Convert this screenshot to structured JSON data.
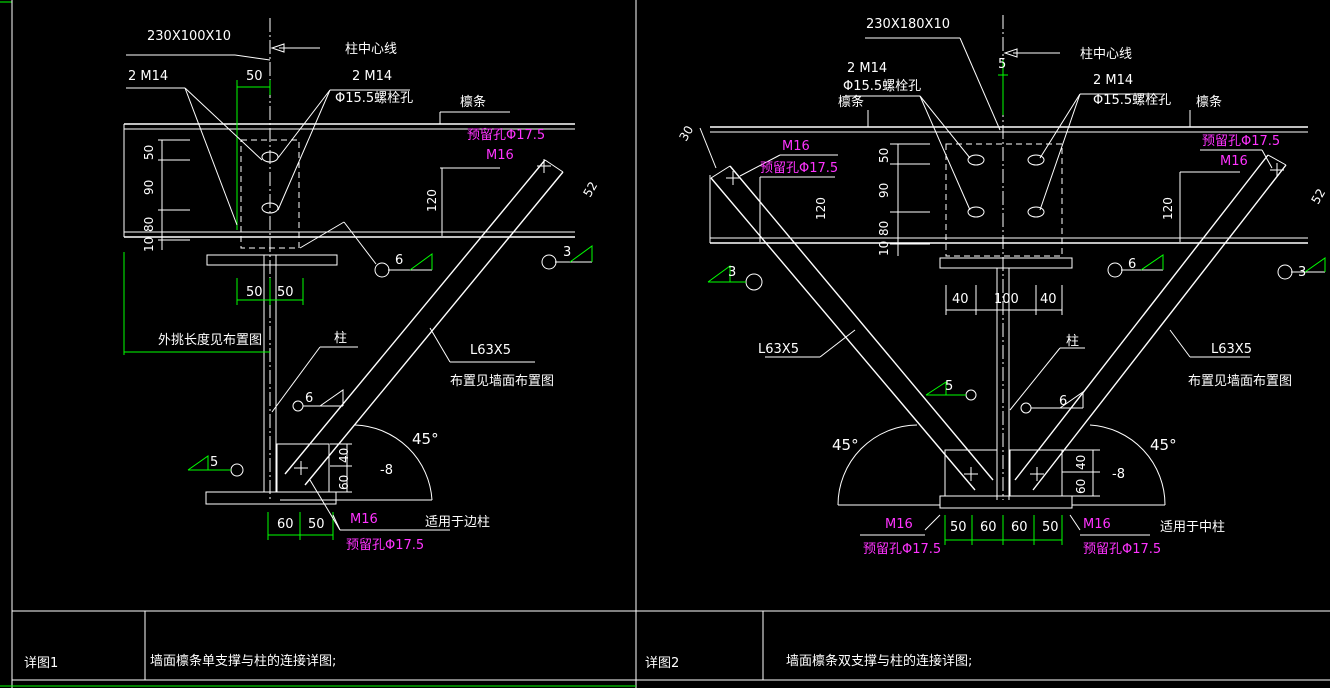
{
  "detail1": {
    "plate_label": "230X100X10",
    "center_line": "柱中心线",
    "bolts_left": "2 M14",
    "bolts_right": "2 M14",
    "bolt_hole": "Φ15.5螺栓孔",
    "purlin": "檩条",
    "reserved_hole": "预留孔Φ17.5",
    "m16": "M16",
    "dims": {
      "d50_top": "50",
      "v50": "50",
      "v90": "90",
      "v80": "80",
      "v10": "10",
      "v120": "120",
      "v52": "52",
      "b50a": "50",
      "b50b": "50",
      "b60": "60",
      "b50c": "50",
      "v40": "40",
      "v60": "60",
      "t8": "-8"
    },
    "weld6a": "6",
    "weld3": "3",
    "weld6b": "6",
    "weld5": "5",
    "outrigger": "外挑长度见布置图",
    "column": "柱",
    "angle_steel": "L63X5",
    "layout_note": "布置见墙面布置图",
    "angle": "45°",
    "m16_bottom": "M16",
    "reserved_bottom": "预留孔Φ17.5",
    "edge_col": "适用于边柱"
  },
  "detail2": {
    "plate_label": "230X180X10",
    "center_line": "柱中心线",
    "bolts_left": "2 M14",
    "bolt_hole_left": "Φ15.5螺栓孔",
    "bolts_right": "2 M14",
    "bolt_hole_right": "Φ15.5螺栓孔",
    "purlin_left": "檩条",
    "purlin_right": "檩条",
    "d5": "5",
    "d30": "30",
    "m16_left": "M16",
    "reserved_left": "预留孔Φ17.5",
    "m16_right": "M16",
    "reserved_right": "预留孔Φ17.5",
    "dims": {
      "v50": "50",
      "v90": "90",
      "v80": "80",
      "v10": "10",
      "v120a": "120",
      "v120b": "120",
      "v52": "52",
      "p40a": "40",
      "p100": "100",
      "p40b": "40",
      "v40": "40",
      "v60": "60",
      "t8": "-8",
      "b50a": "50",
      "b60a": "60",
      "b60b": "60",
      "b50b": "50"
    },
    "weld3_left": "3",
    "weld6": "6",
    "weld3_right": "3",
    "weld5": "5",
    "weld6b": "6",
    "angle_left": "L63X5",
    "angle_right": "L63X5",
    "layout_note": "布置见墙面布置图",
    "column": "柱",
    "angle_l": "45°",
    "angle_r": "45°",
    "m16_bl": "M16",
    "reserved_bl": "预留孔Φ17.5",
    "m16_br": "M16",
    "reserved_br": "预留孔Φ17.5",
    "mid_col": "适用于中柱"
  },
  "title_block": {
    "detail1_no": "详图1",
    "detail1_desc": "墙面檩条单支撑与柱的连接详图;",
    "detail2_no": "详图2",
    "detail2_desc": "墙面檩条双支撑与柱的连接详图;"
  }
}
